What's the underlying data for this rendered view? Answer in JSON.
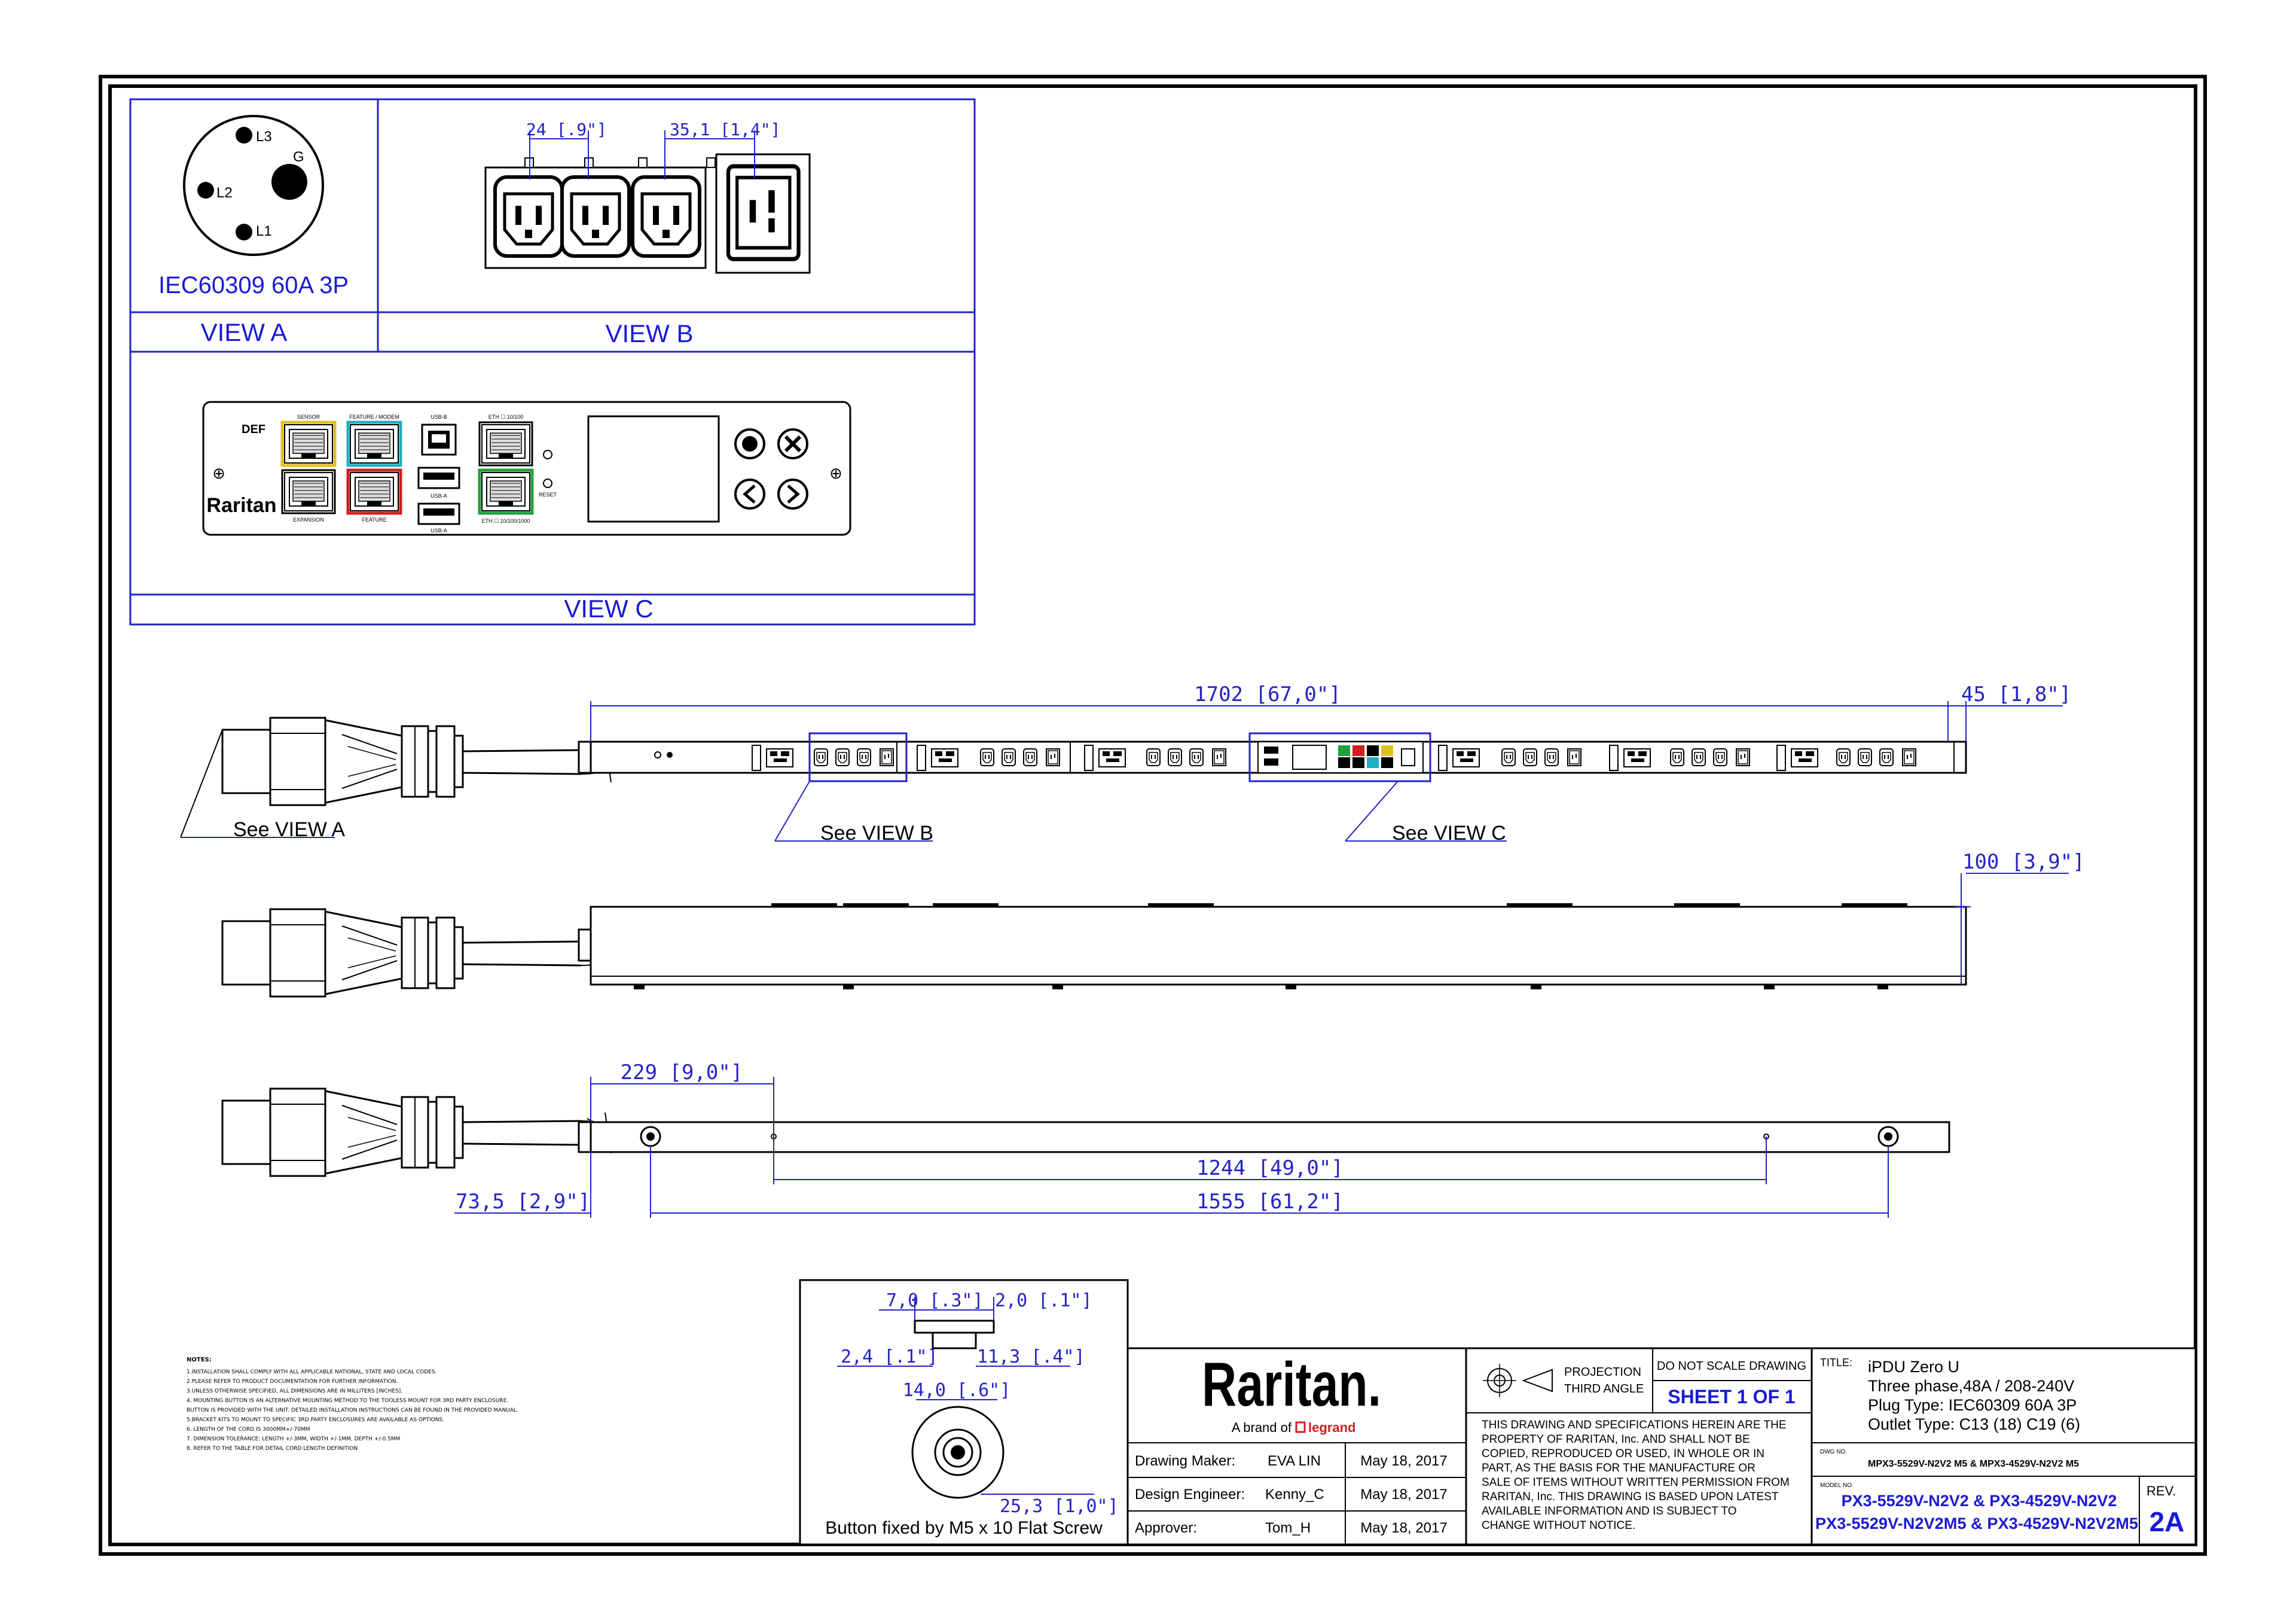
{
  "views": {
    "view_a": {
      "label": "VIEW A",
      "plug": "IEC60309 60A 3P",
      "pins": [
        "L3",
        "G",
        "L2",
        "L1"
      ]
    },
    "view_b": {
      "label": "VIEW B",
      "dim_outlet_pitch": "24 [.9\"]",
      "dim_c19_offset": "35,1 [1,4\"]"
    },
    "view_c": {
      "label": "VIEW C",
      "port_labels": {
        "sensor": "SENSOR",
        "feature_modem": "FEATURE / MODEM",
        "usb_b": "USB-B",
        "usb_a": "USB-A",
        "usb_a2": "USB-A",
        "eth_top": "ETH ☐ 10/100",
        "expansion": "EXPANSION",
        "feature": "FEATURE",
        "eth_bottom": "ETH ☐ 10/100/1000",
        "reset": "RESET"
      },
      "logo": "Raritan",
      "status_tag": "DEF"
    }
  },
  "callouts": {
    "see_view_a": "See VIEW A",
    "see_view_b": "See VIEW B",
    "see_view_c": "See VIEW C"
  },
  "dimensions": {
    "length": "1702 [67,0\"]",
    "depth": "45 [1,8\"]",
    "width": "100 [3,9\"]",
    "button_offset": "229 [9,0\"]",
    "slot_pitch": "1244 [49,0\"]",
    "end_offset": "73,5 [2,9\"]",
    "button_pitch": "1555 [61,2\"]"
  },
  "button_detail": {
    "dim_top_a": "7,0 [.3\"]",
    "dim_top_b": "2,0 [.1\"]",
    "dim_side_a": "2,4 [.1\"]",
    "dim_side_b": "11,3 [.4\"]",
    "dim_diameter": "14,0 [.6\"]",
    "dim_face": "25,3 [1,0\"]",
    "caption": "Button fixed by M5 x 10 Flat Screw"
  },
  "notes": {
    "heading": "NOTES:",
    "lines": [
      "1.INSTALLATION SHALL COMPLY WITH ALL APPLICABLE NATIONAL, STATE AND LOCAL CODES.",
      "2.PLEASE REFER TO PRODUCT DOCUMENTATION FOR FURTHER INFORMATION.",
      "3.UNLESS OTHERWISE SPECIFIED, ALL DIMENSIONS ARE IN MILLITERS [INCHES].",
      "4. MOUNTING BUTTON IS AN ALTERNATIVE MOUNTING METHOD TO THE TOOLESS MOUNT FOR 3RD PARTY ENCLOSURE.",
      "   BUTTON IS PROVIDED WITH THE UNIT. DETAILED INSTALLATION INSTRUCTIONS CAN BE FOUND IN THE PROVIDED MANUAL.",
      "5.BRACKET KITS TO MOUNT TO SPECIFIC 3RD PARTY ENCLOSURES ARE AVAILABLE AS OPTIONS.",
      "6. LENGTH OF THE CORD IS 3000MM+/-70MM",
      "7. DIMENSION TOLERANCE: LENGTH +/-3MM, WIDTH +/-1MM, DEPTH +/-0.5MM",
      "8. REFER TO THE TABLE FOR DETAIL CORD LENGTH DEFINITION"
    ]
  },
  "title_block": {
    "logo": "Raritan.",
    "brand_line": "A brand of",
    "brand_name": "legrand",
    "drawing_maker_label": "Drawing Maker:",
    "drawing_maker": "EVA LIN",
    "design_engineer_label": "Design Engineer:",
    "design_engineer": "Kenny_C",
    "approver_label": "Approver:",
    "approver": "Tom_H",
    "date_1": "May 18, 2017",
    "date_2": "May 18, 2017",
    "date_3": "May 18, 2017",
    "projection_1": "PROJECTION",
    "projection_2": "THIRD ANGLE",
    "do_not_scale": "DO NOT SCALE DRAWING",
    "sheet": "SHEET 1 OF 1",
    "disclaimer": [
      "THIS DRAWING AND SPECIFICATIONS HEREIN ARE THE",
      "PROPERTY OF RARITAN, Inc. AND SHALL NOT BE",
      "COPIED, REPRODUCED OR USED, IN WHOLE OR IN",
      "PART, AS THE BASIS FOR THE MANUFACTURE OR",
      "SALE OF ITEMS WITHOUT WRITTEN PERMISSION FROM",
      "RARITAN, Inc. THIS DRAWING IS BASED UPON LATEST",
      "AVAILABLE INFORMATION AND IS SUBJECT TO",
      "CHANGE WITHOUT NOTICE."
    ],
    "title_label": "TITLE:",
    "title_lines": [
      "iPDU Zero U",
      "Three phase,48A / 208-240V",
      "Plug Type: IEC60309 60A 3P",
      "Outlet Type: C13 (18) C19 (6)"
    ],
    "dwg_label": "DWG NO.",
    "dwg_no": "MPX3-5529V-N2V2 M5 & MPX3-4529V-N2V2 M5",
    "model_label": "MODEL NO.",
    "model_1": "PX3-5529V-N2V2 & PX3-4529V-N2V2",
    "model_2": "PX3-5529V-N2V2M5 & PX3-4529V-N2V2M5",
    "rev_label": "REV.",
    "rev": "2A"
  },
  "colors": {
    "dimension": "#2323c8",
    "frame": "#000000",
    "sensor_port": "#e0c020",
    "feature_modem_port": "#20b0c0",
    "feature_port": "#d02020",
    "eth_port": "#20a040"
  }
}
